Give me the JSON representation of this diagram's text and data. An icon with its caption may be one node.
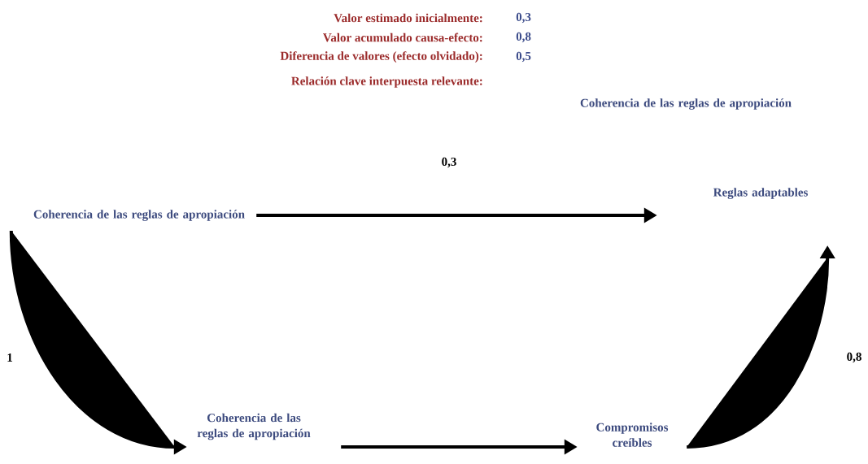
{
  "diagram": {
    "nodes": [
      {
        "text": [
          "Coherencia de las reglas de apropiación"
        ]
      },
      {
        "text": [
          "Reglas adaptables"
        ]
      },
      {
        "text": [
          "Coherencia de las reglas de apropiación"
        ]
      },
      {
        "text": [
          "Compromisos creíbles"
        ]
      }
    ],
    "edges": [
      {
        "from": 0,
        "to": 1,
        "arrow": "to",
        "label": "0,3"
      },
      {
        "from": 0,
        "to": 2,
        "arrow": "to",
        "label": "1"
      },
      {
        "from": 2,
        "to": 3,
        "arrow": "to"
      },
      {
        "from": 3,
        "to": 1,
        "arrow": "to",
        "label": "0,8"
      }
    ],
    "labels": [
      "Valor estimado inicialmente:",
      "0,3",
      "Valor acumulado causa-efecto:",
      "0,8",
      "Diferencia de valores (efecto olvidado):",
      "0,5",
      "Relación clave interpuesta relevante:",
      "Coherencia de las reglas de apropiación"
    ]
  }
}
